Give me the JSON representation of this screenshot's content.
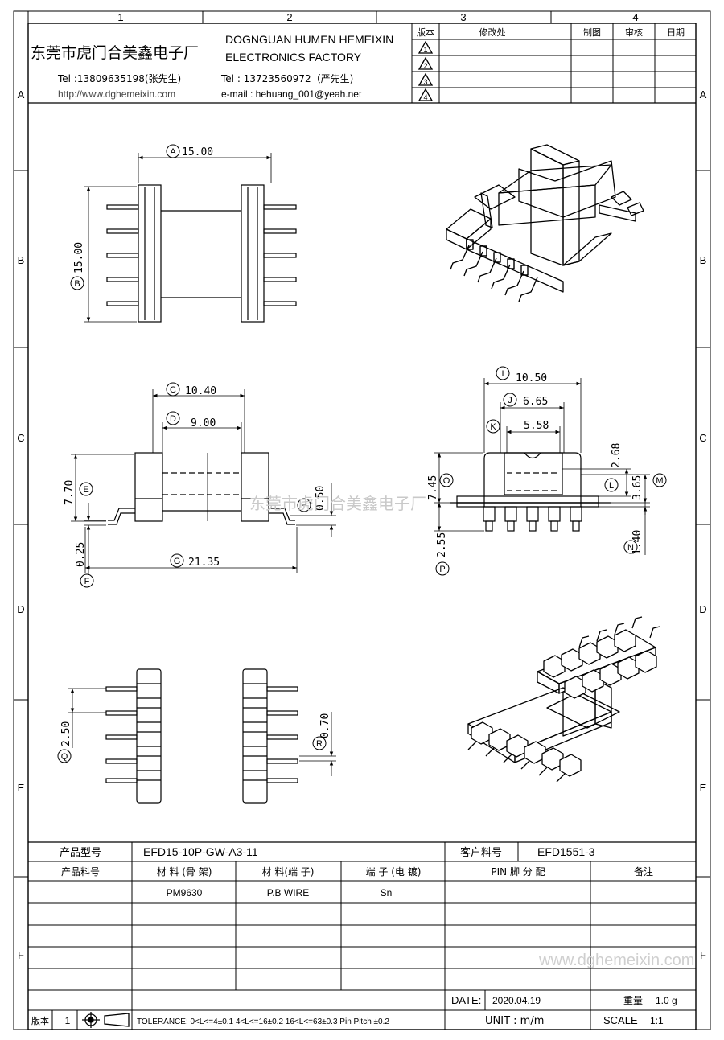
{
  "grid": {
    "columns": [
      "1",
      "2",
      "3",
      "4"
    ],
    "rows": [
      "A",
      "B",
      "C",
      "D",
      "E",
      "F"
    ]
  },
  "company": {
    "name_cn": "东莞市虎门合美鑫电子厂",
    "name_en_line1": "DOGNGUAN HUMEN HEMEIXIN",
    "name_en_line2": "ELECTRONICS FACTORY",
    "tel1": "Tel :13809635198(张先生)",
    "tel2": "Tel : 13723560972（严先生)",
    "website": "http://www.dghemeixin.com",
    "email": "e-mail : hehuang_001@yeah.net"
  },
  "revision_table": {
    "headers": [
      "版本",
      "修改处",
      "制图",
      "审核",
      "日期"
    ],
    "revisions": [
      "1",
      "2",
      "3",
      "4"
    ]
  },
  "dimensions": {
    "A": {
      "tag": "A",
      "value": "15.00"
    },
    "B": {
      "tag": "B",
      "value": "15.00"
    },
    "C": {
      "tag": "C",
      "value": "10.40"
    },
    "D": {
      "tag": "D",
      "value": "9.00"
    },
    "E": {
      "tag": "E",
      "value": "7.70"
    },
    "F": {
      "tag": "F",
      "value": "0.25"
    },
    "G": {
      "tag": "G",
      "value": "21.35"
    },
    "H": {
      "tag": "H",
      "value": "0.50"
    },
    "I": {
      "tag": "I",
      "value": "10.50"
    },
    "J": {
      "tag": "J",
      "value": "6.65"
    },
    "K": {
      "tag": "K",
      "value": "5.58"
    },
    "L": {
      "tag": "L",
      "value": "2.68"
    },
    "M": {
      "tag": "M",
      "value": "3.65"
    },
    "N": {
      "tag": "N",
      "value": "1.40"
    },
    "O": {
      "tag": "O",
      "value": "7.45"
    },
    "P": {
      "tag": "P",
      "value": "2.55"
    },
    "Q": {
      "tag": "Q",
      "value": "2.50"
    },
    "R": {
      "tag": "R",
      "value": "0.70"
    }
  },
  "watermark": "东莞市虎门合美鑫电子厂",
  "watermark_url": "www.dghemeixin.com",
  "bom": {
    "product_model_label": "产品型号",
    "product_model": "EFD15-10P-GW-A3-11",
    "customer_pn_label": "客户料号",
    "customer_pn": "EFD1551-3",
    "columns": [
      "产品料号",
      "材 料 (骨 架)",
      "材 料(端 子)",
      "端 子 (电 镀)",
      "PIN 脚 分 配",
      "备注"
    ],
    "row1": [
      "",
      "PM9630",
      "P.B WIRE",
      "Sn",
      "",
      ""
    ],
    "date_label": "DATE:",
    "date": "2020.04.19",
    "unit_label": "UNIT : m/m",
    "weight_label": "重量",
    "weight": "1.0 g",
    "scale_label": "SCALE",
    "scale": "1:1",
    "version_label": "版本",
    "version": "1",
    "tolerance": "TOLERANCE:  0<L<=4±0.1  4<L<=16±0.2  16<L<=63±0.3  Pin Pitch  ±0.2"
  }
}
